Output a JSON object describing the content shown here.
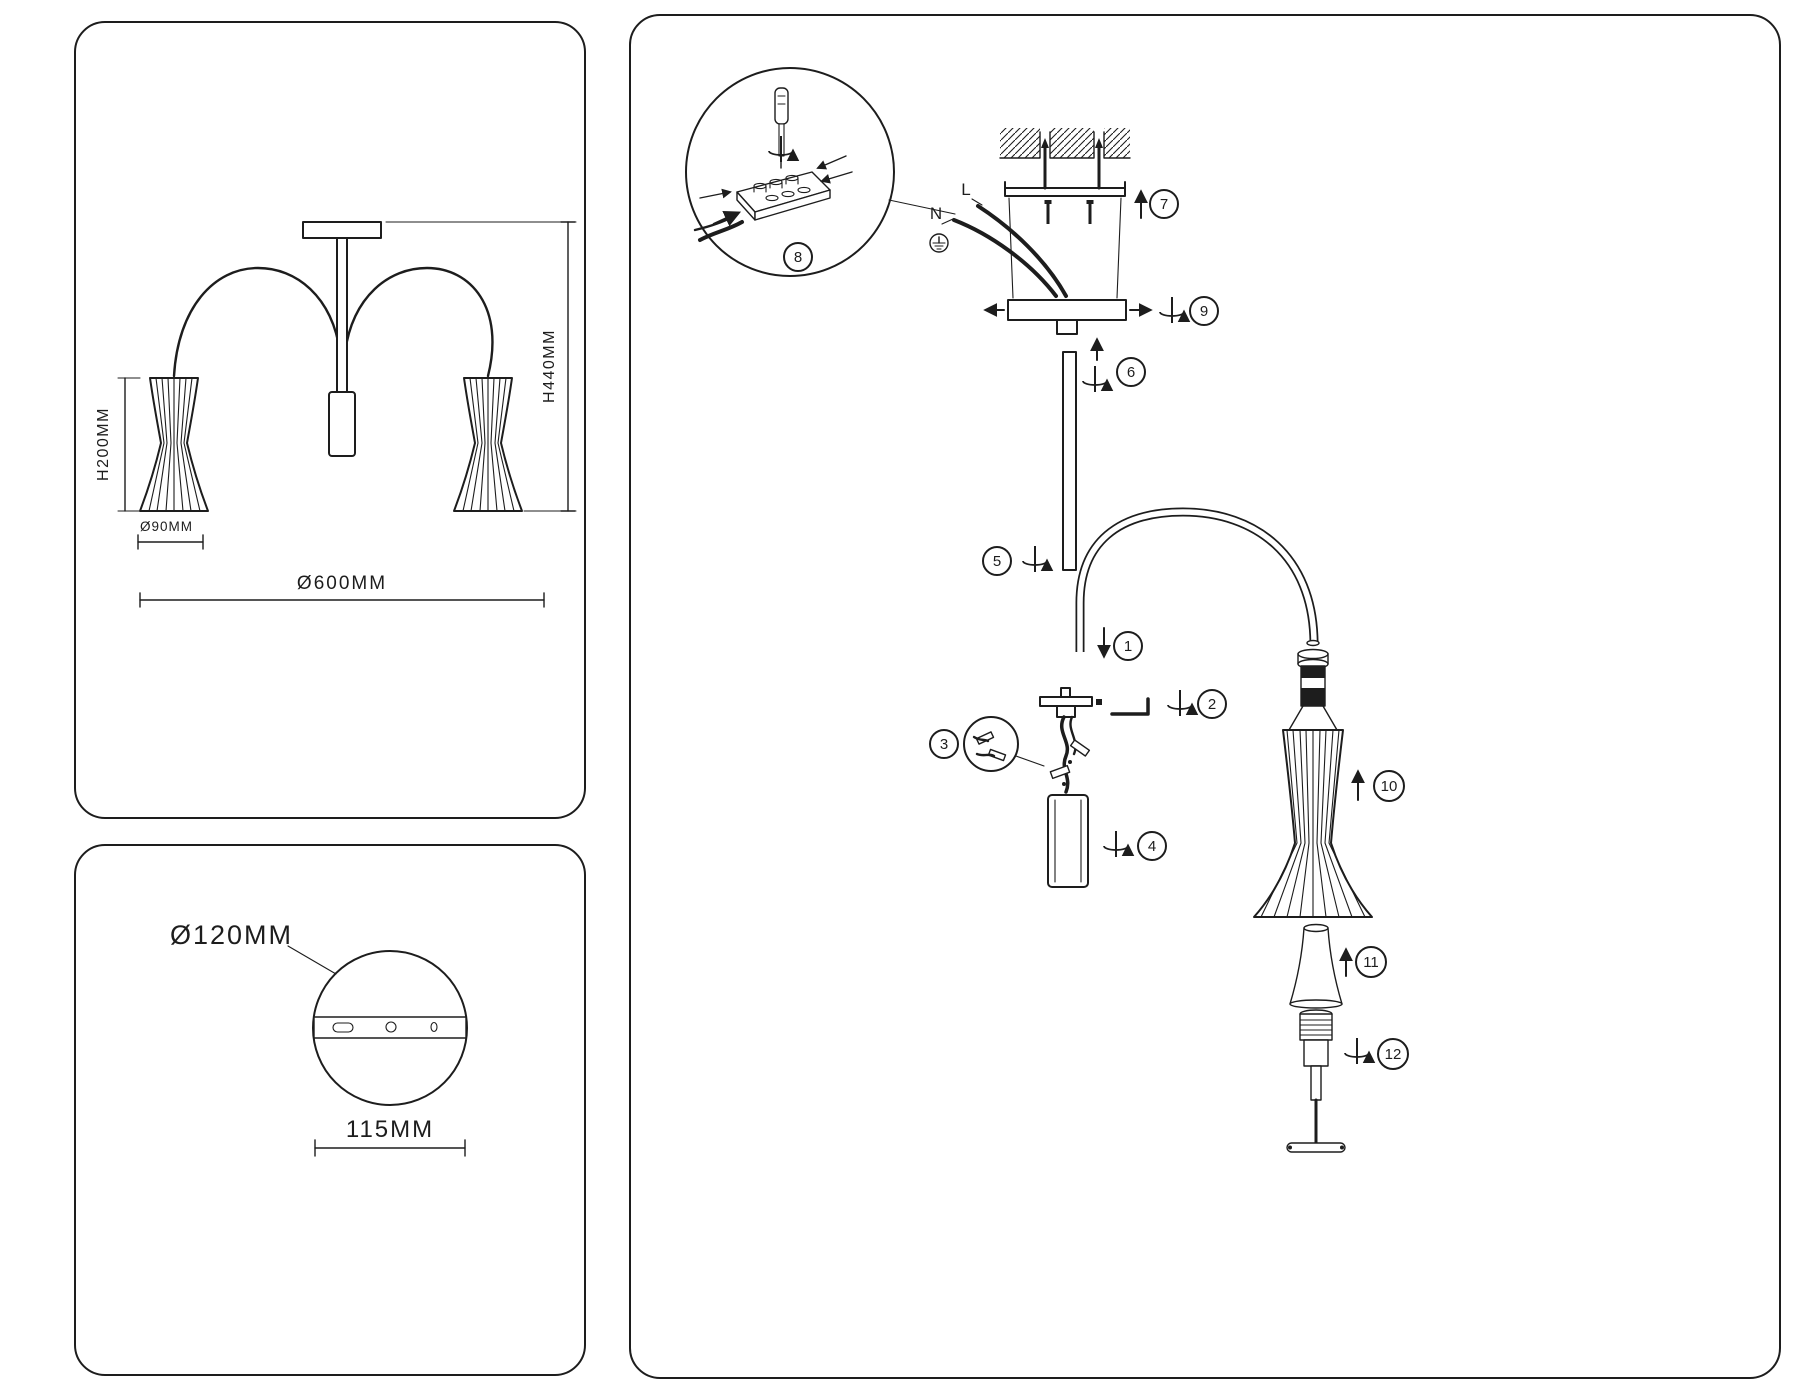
{
  "colors": {
    "background": "#ffffff",
    "line": "#1d1d1d"
  },
  "dimension_panel": {
    "height_shade": "H200MM",
    "height_total": "H440MM",
    "shade_diameter": "Ø90MM",
    "fixture_diameter": "Ø600MM"
  },
  "top_view_panel": {
    "canopy_diameter": "Ø120MM",
    "plate_width": "115MM"
  },
  "assembly": {
    "wire_labels": {
      "neutral": "N",
      "live": "L"
    },
    "steps": {
      "s1": "1",
      "s2": "2",
      "s3": "3",
      "s4": "4",
      "s5": "5",
      "s6": "6",
      "s7": "7",
      "s8": "8",
      "s9": "9",
      "s10": "10",
      "s11": "11",
      "s12": "12"
    }
  }
}
